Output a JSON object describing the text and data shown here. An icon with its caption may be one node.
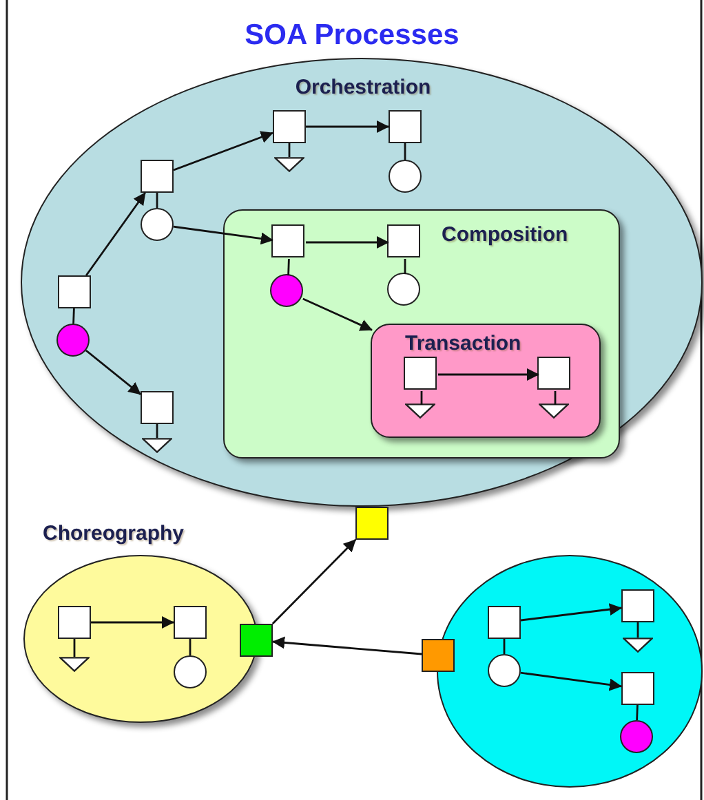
{
  "diagram": {
    "title": "SOA Processes",
    "nodes": [
      {
        "text": [
          "Orchestration"
        ]
      },
      {
        "text": [],
        "shape": "box",
        "in": 0
      },
      {
        "text": [],
        "shape": "circle",
        "in": 0
      },
      {
        "text": [],
        "shape": "box",
        "in": 0
      },
      {
        "text": [],
        "shape": "circle",
        "in": 0
      },
      {
        "text": [],
        "shape": "box",
        "in": 0
      },
      {
        "text": [],
        "shape": "triangle",
        "in": 0
      },
      {
        "text": [],
        "shape": "box",
        "in": 0
      },
      {
        "text": [],
        "shape": "circle",
        "in": 0
      },
      {
        "text": [],
        "shape": "box",
        "in": 0
      },
      {
        "text": [],
        "shape": "triangle",
        "in": 0
      },
      {
        "text": [
          "Composition"
        ],
        "in": 0
      },
      {
        "text": [],
        "shape": "box",
        "in": 11
      },
      {
        "text": [],
        "shape": "circle",
        "in": 11
      },
      {
        "text": [],
        "shape": "box",
        "in": 11
      },
      {
        "text": [],
        "shape": "circle",
        "in": 11
      },
      {
        "text": [
          "Transaction"
        ],
        "in": 11
      },
      {
        "text": [],
        "shape": "box",
        "in": 16
      },
      {
        "text": [],
        "shape": "triangle",
        "in": 16
      },
      {
        "text": [],
        "shape": "box",
        "in": 16
      },
      {
        "text": [],
        "shape": "triangle",
        "in": 16
      },
      {
        "text": [],
        "shape": "box"
      },
      {
        "text": [
          "Choreography"
        ]
      },
      {
        "text": [],
        "shape": "box",
        "in": 22
      },
      {
        "text": [],
        "shape": "triangle",
        "in": 22
      },
      {
        "text": [],
        "shape": "box",
        "in": 22
      },
      {
        "text": [],
        "shape": "circle",
        "in": 22
      },
      {
        "text": [],
        "shape": "box"
      },
      {
        "text": [],
        "shape": "circle"
      },
      {
        "text": [],
        "shape": "box"
      },
      {
        "text": [],
        "shape": "box",
        "in": 28
      },
      {
        "text": [],
        "shape": "circle",
        "in": 28
      },
      {
        "text": [],
        "shape": "box",
        "in": 28
      },
      {
        "text": [],
        "shape": "triangle",
        "in": 28
      },
      {
        "text": [],
        "shape": "box",
        "in": 28
      },
      {
        "text": [],
        "shape": "circle",
        "in": 28
      }
    ],
    "edges": [
      {
        "from": 1,
        "to": 3,
        "arrow": "to"
      },
      {
        "from": 1,
        "to": 2,
        "arrow": "none"
      },
      {
        "from": 2,
        "to": 9,
        "arrow": "to"
      },
      {
        "from": 9,
        "to": 10,
        "arrow": "none"
      },
      {
        "from": 3,
        "to": 5,
        "arrow": "to"
      },
      {
        "from": 3,
        "to": 4,
        "arrow": "none"
      },
      {
        "from": 5,
        "to": 7,
        "arrow": "to"
      },
      {
        "from": 5,
        "to": 6,
        "arrow": "none"
      },
      {
        "from": 7,
        "to": 8,
        "arrow": "none"
      },
      {
        "from": 4,
        "to": 12,
        "arrow": "to"
      },
      {
        "from": 12,
        "to": 14,
        "arrow": "to"
      },
      {
        "from": 12,
        "to": 13,
        "arrow": "none"
      },
      {
        "from": 14,
        "to": 15,
        "arrow": "none"
      },
      {
        "from": 13,
        "to": 16,
        "arrow": "to"
      },
      {
        "from": 17,
        "to": 19,
        "arrow": "to"
      },
      {
        "from": 17,
        "to": 18,
        "arrow": "none"
      },
      {
        "from": 19,
        "to": 20,
        "arrow": "none"
      },
      {
        "from": 27,
        "to": 21,
        "arrow": "to"
      },
      {
        "from": 29,
        "to": 27,
        "arrow": "to"
      },
      {
        "from": 23,
        "to": 25,
        "arrow": "to"
      },
      {
        "from": 23,
        "to": 24,
        "arrow": "none"
      },
      {
        "from": 25,
        "to": 26,
        "arrow": "none"
      },
      {
        "from": 30,
        "to": 32,
        "arrow": "to"
      },
      {
        "from": 30,
        "to": 31,
        "arrow": "none"
      },
      {
        "from": 31,
        "to": 34,
        "arrow": "to"
      },
      {
        "from": 32,
        "to": 33,
        "arrow": "none"
      },
      {
        "from": 34,
        "to": 35,
        "arrow": "none"
      }
    ]
  }
}
